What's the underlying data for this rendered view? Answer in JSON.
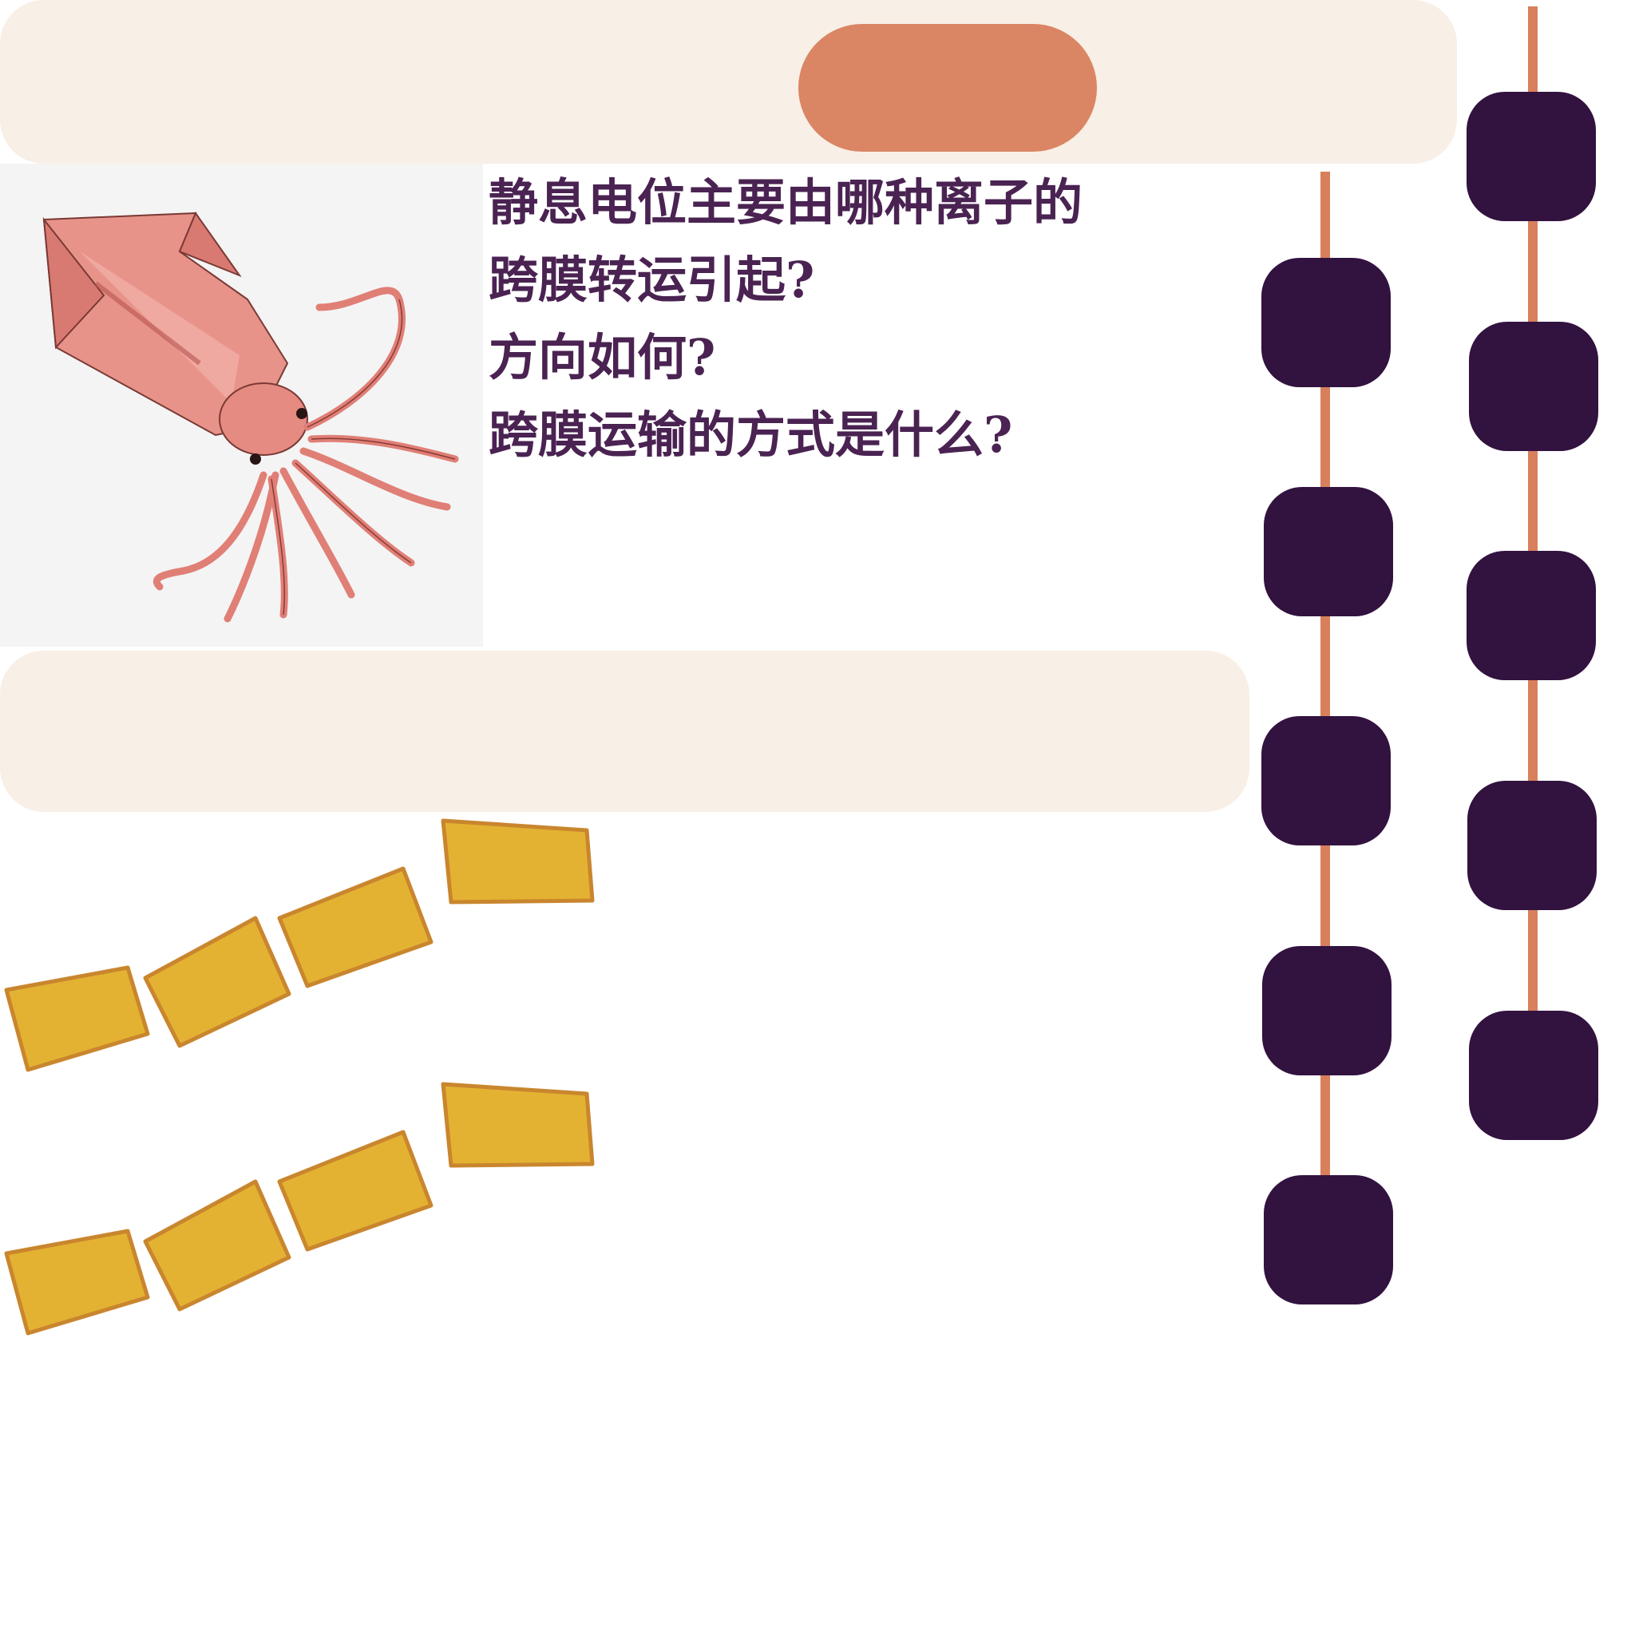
{
  "question": {
    "lines": [
      "静息电位主要由哪种离子的",
      "跨膜转运引起?",
      "方向如何?",
      "跨膜运输的方式是什么?"
    ]
  },
  "colors": {
    "banner": "#f8efe6",
    "pill": "#da8563",
    "text": "#4a2352",
    "bead": "#32123f",
    "string": "#d8805c",
    "chain_fill": "#e4b232",
    "chain_stroke": "#c9862e"
  },
  "illustration": {
    "icon": "squid-icon"
  },
  "decor": {
    "left_strand_beads": 5,
    "right_strand_beads": 5
  }
}
